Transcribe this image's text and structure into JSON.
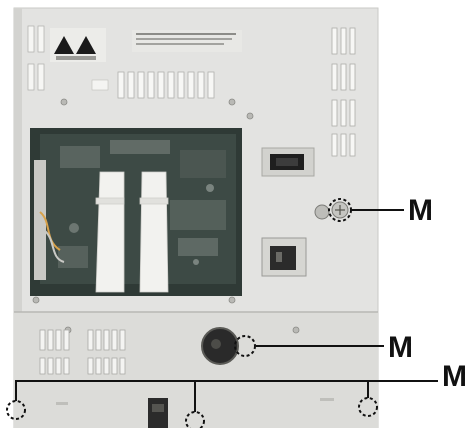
{
  "callouts": {
    "label_1": "M",
    "label_2": "M",
    "label_3": "M"
  },
  "colors": {
    "panel": "#e3e3e1",
    "panel_edge": "#c9c9c6",
    "board": "#3d4a45",
    "cable": "#f2f2ef",
    "leader": "#111111"
  }
}
